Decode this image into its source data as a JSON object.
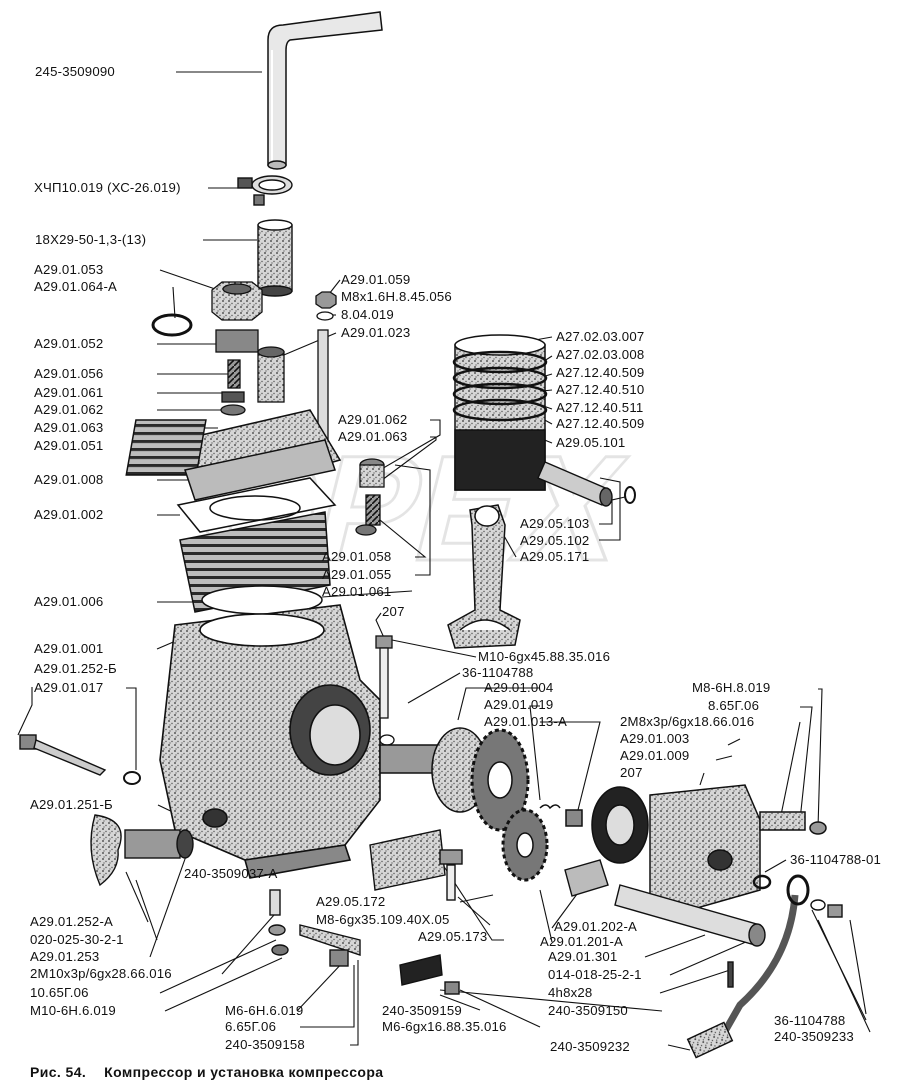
{
  "title": {
    "figure_no": "Рис. 54.",
    "text": "Компрессор и установка компрессора"
  },
  "watermark": "OPEX",
  "colors": {
    "line": "#111111",
    "body": "#cfcfcf",
    "hatch": "#333333",
    "watermark": "#dcdcdc"
  },
  "labels": [
    {
      "id": "p1",
      "text": "245-3509090"
    },
    {
      "id": "p2",
      "text": "ХЧП10.019 (ХС-26.019)"
    },
    {
      "id": "p3",
      "text": "18Х29-50-1,3-(13)"
    },
    {
      "id": "p4",
      "text": "A29.01.053"
    },
    {
      "id": "p5",
      "text": "A29.01.064-A"
    },
    {
      "id": "p6",
      "text": "A29.01.052"
    },
    {
      "id": "p7",
      "text": "A29.01.056"
    },
    {
      "id": "p8",
      "text": "A29.01.061"
    },
    {
      "id": "p9",
      "text": "A29.01.062"
    },
    {
      "id": "p10",
      "text": "A29.01.063"
    },
    {
      "id": "p11",
      "text": "A29.01.051"
    },
    {
      "id": "p12",
      "text": "A29.01.008"
    },
    {
      "id": "p13",
      "text": "A29.01.002"
    },
    {
      "id": "p14",
      "text": "A29.01.006"
    },
    {
      "id": "p15",
      "text": "A29.01.001"
    },
    {
      "id": "p16",
      "text": "A29.01.252-Б"
    },
    {
      "id": "p17",
      "text": "A29.01.017"
    },
    {
      "id": "p18",
      "text": "A29.01.251-Б"
    },
    {
      "id": "p19",
      "text": "A29.01.252-A"
    },
    {
      "id": "p20",
      "text": "020-025-30-2-1"
    },
    {
      "id": "p21",
      "text": "A29.01.253"
    },
    {
      "id": "p22",
      "text": "2M10x3p/6gx28.66.016"
    },
    {
      "id": "p23",
      "text": "10.65Г.06"
    },
    {
      "id": "p24",
      "text": "M10-6H.6.019"
    },
    {
      "id": "p25",
      "text": "A29.01.059"
    },
    {
      "id": "p26",
      "text": "M8x1.6H.8.45.056"
    },
    {
      "id": "p27",
      "text": "8.04.019"
    },
    {
      "id": "p28",
      "text": "A29.01.023"
    },
    {
      "id": "p29",
      "text": "A29.01.062"
    },
    {
      "id": "p30",
      "text": "A29.01.063"
    },
    {
      "id": "p31",
      "text": "A29.01.058"
    },
    {
      "id": "p32",
      "text": "A29.01.055"
    },
    {
      "id": "p33",
      "text": "A29.01.061"
    },
    {
      "id": "p34",
      "text": "207"
    },
    {
      "id": "p35",
      "text": "M10-6gx45.88.35.016"
    },
    {
      "id": "p36",
      "text": "36-1104788"
    },
    {
      "id": "p37",
      "text": "A29.01.004"
    },
    {
      "id": "p38",
      "text": "A29.01.019"
    },
    {
      "id": "p39",
      "text": "A29.01.013-A"
    },
    {
      "id": "p40",
      "text": "A27.02.03.007"
    },
    {
      "id": "p41",
      "text": "A27.02.03.008"
    },
    {
      "id": "p42",
      "text": "A27.12.40.509"
    },
    {
      "id": "p43",
      "text": "A27.12.40.510"
    },
    {
      "id": "p44",
      "text": "A27.12.40.511"
    },
    {
      "id": "p45",
      "text": "A27.12.40.509"
    },
    {
      "id": "p46",
      "text": "A29.05.101"
    },
    {
      "id": "p47",
      "text": "A29.05.103"
    },
    {
      "id": "p48",
      "text": "A29.05.102"
    },
    {
      "id": "p49",
      "text": "A29.05.171"
    },
    {
      "id": "p50",
      "text": "M8-6H.8.019"
    },
    {
      "id": "p51",
      "text": "8.65Г.06"
    },
    {
      "id": "p52",
      "text": "2M8x3p/6gx18.66.016"
    },
    {
      "id": "p53",
      "text": "A29.01.003"
    },
    {
      "id": "p54",
      "text": "A29.01.009"
    },
    {
      "id": "p55",
      "text": "207"
    },
    {
      "id": "p56",
      "text": "36-1104788-01"
    },
    {
      "id": "p57",
      "text": "240-3509037-A"
    },
    {
      "id": "p58",
      "text": "A29.05.172"
    },
    {
      "id": "p59",
      "text": "M8-6gx35.109.40X.05"
    },
    {
      "id": "p60",
      "text": "A29.05.173"
    },
    {
      "id": "p61",
      "text": "A29.01.202-A"
    },
    {
      "id": "p62",
      "text": "A29.01.201-A"
    },
    {
      "id": "p63",
      "text": "A29.01.301"
    },
    {
      "id": "p64",
      "text": "014-018-25-2-1"
    },
    {
      "id": "p65",
      "text": "4h8x28"
    },
    {
      "id": "p66",
      "text": "240-3509150"
    },
    {
      "id": "p67",
      "text": "M6-6H.6.019"
    },
    {
      "id": "p68",
      "text": "6.65Г.06"
    },
    {
      "id": "p69",
      "text": "240-3509158"
    },
    {
      "id": "p70",
      "text": "240-3509159"
    },
    {
      "id": "p71",
      "text": "M6-6gx16.88.35.016"
    },
    {
      "id": "p72",
      "text": "36-1104788"
    },
    {
      "id": "p73",
      "text": "240-3509233"
    },
    {
      "id": "p74",
      "text": "240-3509232"
    }
  ]
}
